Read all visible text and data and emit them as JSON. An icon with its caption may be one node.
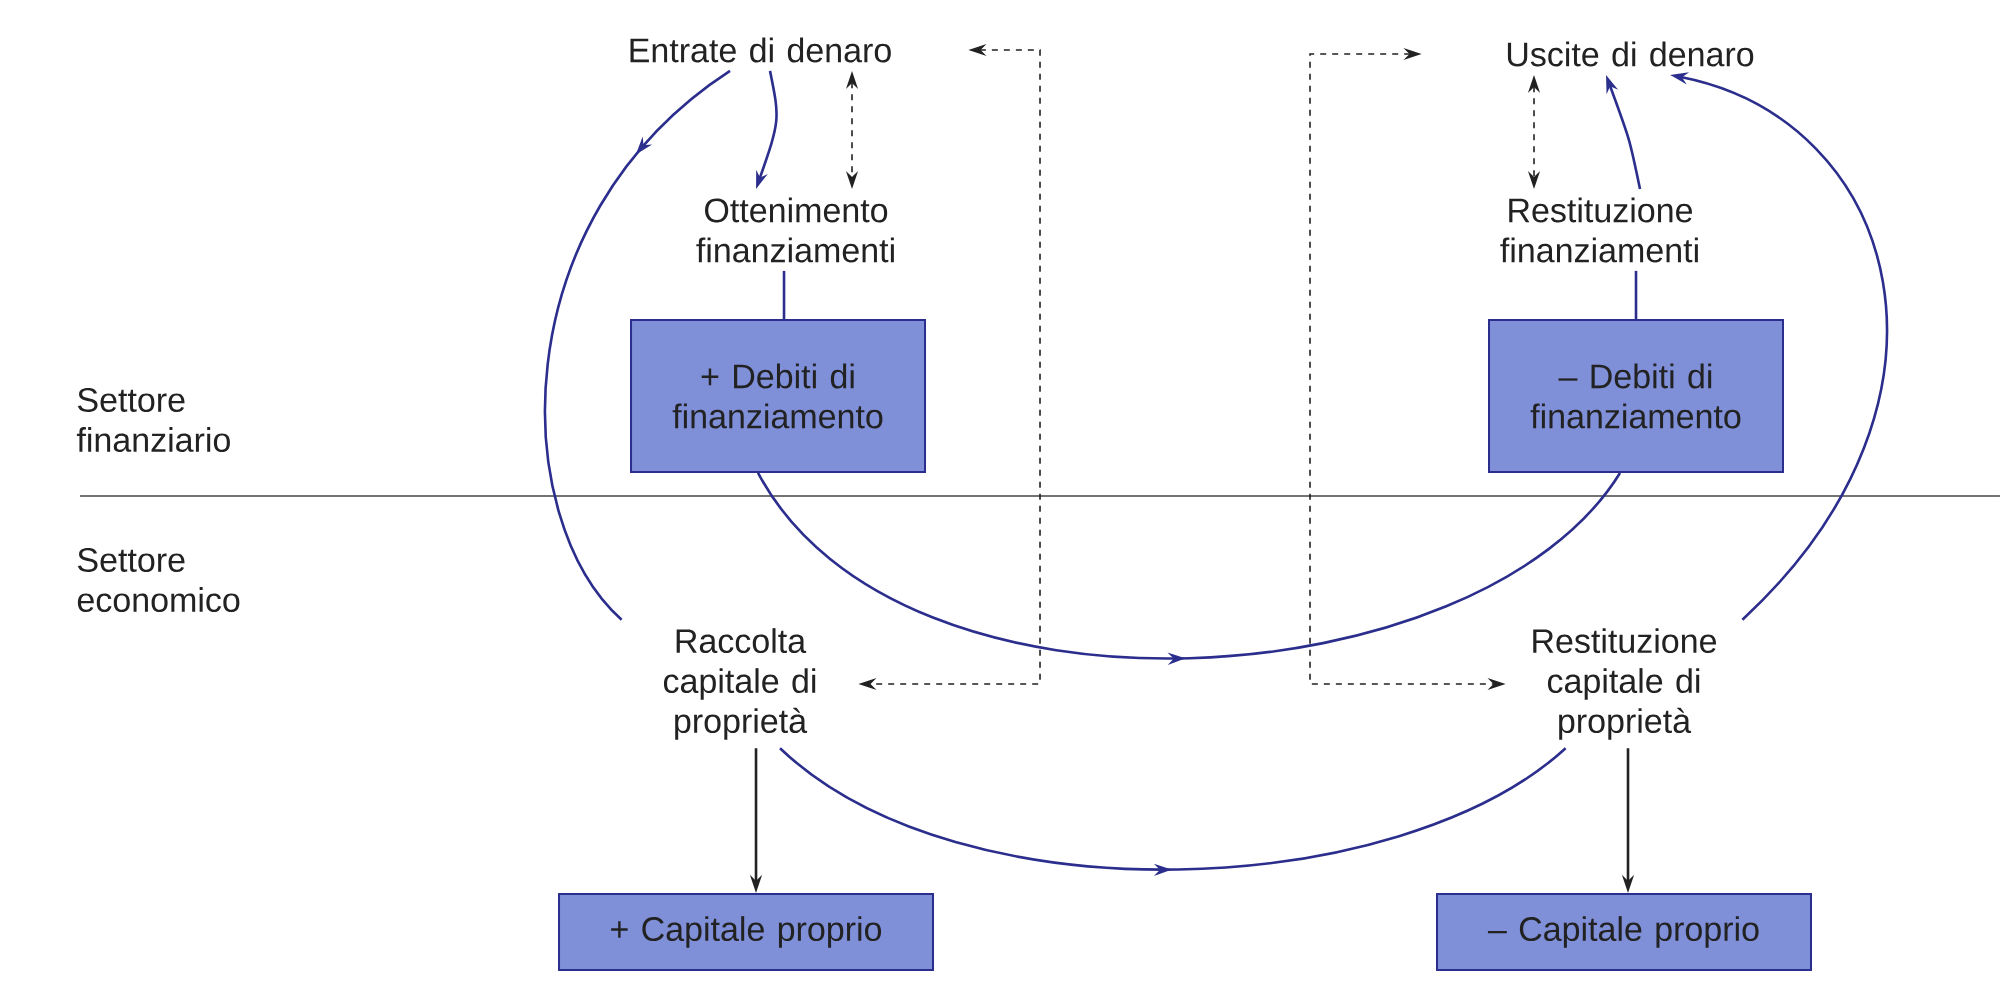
{
  "diagram": {
    "nodes": [
      {
        "text": [
          "Entrate di denaro"
        ]
      },
      {
        "text": [
          "Uscite di denaro"
        ]
      },
      {
        "text": [
          "Ottenimento finanziamenti"
        ]
      },
      {
        "text": [
          "Restituzione finanziamenti"
        ]
      },
      {
        "text": [
          "+ Debiti di finanziamento"
        ]
      },
      {
        "text": [
          "– Debiti di finanziamento"
        ]
      },
      {
        "text": [
          "Raccolta capitale di proprietà"
        ]
      },
      {
        "text": [
          "Restituzione capitale di proprietà"
        ]
      },
      {
        "text": [
          "+ Capitale proprio"
        ]
      },
      {
        "text": [
          "– Capitale proprio"
        ]
      }
    ],
    "edges": [
      {
        "from": 0,
        "to": 2,
        "arrow": "to"
      },
      {
        "from": 0,
        "to": 2,
        "arrow": "both",
        "style": "dashed",
        "color": "#222222"
      },
      {
        "from": 0,
        "to": 6,
        "arrow": "to"
      },
      {
        "from": 0,
        "to": 6,
        "arrow": "both",
        "style": "dashed",
        "color": "#222222"
      },
      {
        "from": 2,
        "to": 4,
        "arrow": "none"
      },
      {
        "from": 4,
        "to": 5,
        "arrow": "to"
      },
      {
        "from": 3,
        "to": 5,
        "arrow": "none"
      },
      {
        "from": 3,
        "to": 1,
        "arrow": "to"
      },
      {
        "from": 1,
        "to": 3,
        "arrow": "both",
        "style": "dashed",
        "color": "#222222"
      },
      {
        "from": 7,
        "to": 1,
        "arrow": "to"
      },
      {
        "from": 1,
        "to": 7,
        "arrow": "both",
        "style": "dashed",
        "color": "#222222"
      },
      {
        "from": 6,
        "to": 7,
        "arrow": "to"
      },
      {
        "from": 6,
        "to": 8,
        "arrow": "to",
        "color": "#222222"
      },
      {
        "from": 7,
        "to": 9,
        "arrow": "to",
        "color": "#222222"
      }
    ],
    "labels": [
      "Settore finanziario",
      "Settore economico"
    ]
  }
}
